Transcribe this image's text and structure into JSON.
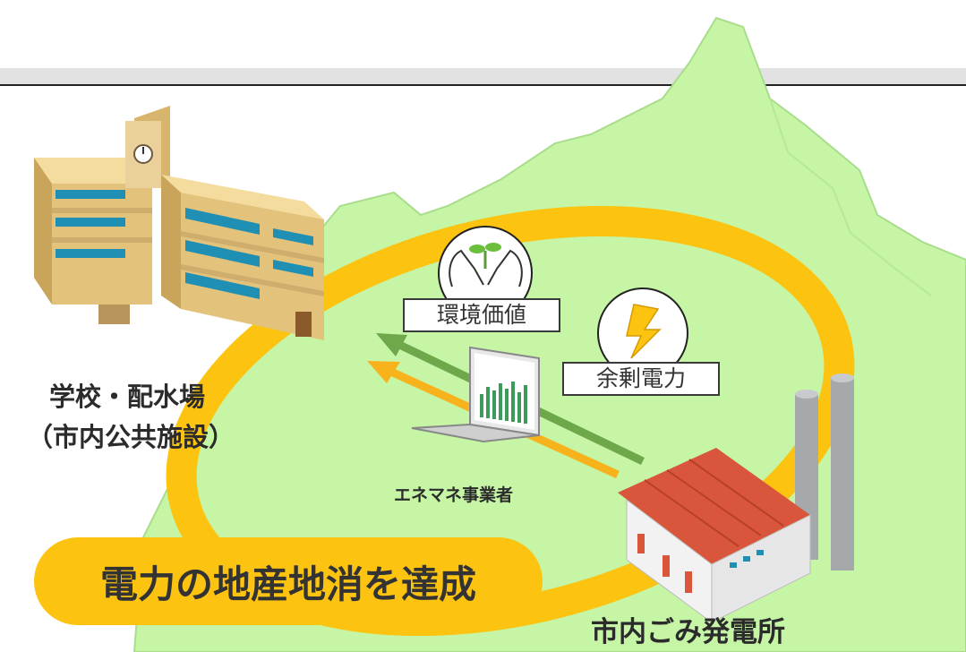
{
  "facility_label_line1": "学校・配水場",
  "facility_label_line2": "（市内公共施設）",
  "env_value_label": "環境価値",
  "surplus_power_label": "余剰電力",
  "energy_manager_label": "エネマネ事業者",
  "plant_label": "市内ごみ発電所",
  "slogan": "電力の地産地消を達成",
  "colors": {
    "map_green": "#c5f5a5",
    "loop_yellow": "#fdc311",
    "arrow_green": "#6fa84a",
    "arrow_orange": "#f8b21c",
    "building_tan": "#e3c37c",
    "window_blue": "#1f8fb4",
    "roof_red": "#d9563d",
    "header_bar": "#e2e2e2"
  }
}
